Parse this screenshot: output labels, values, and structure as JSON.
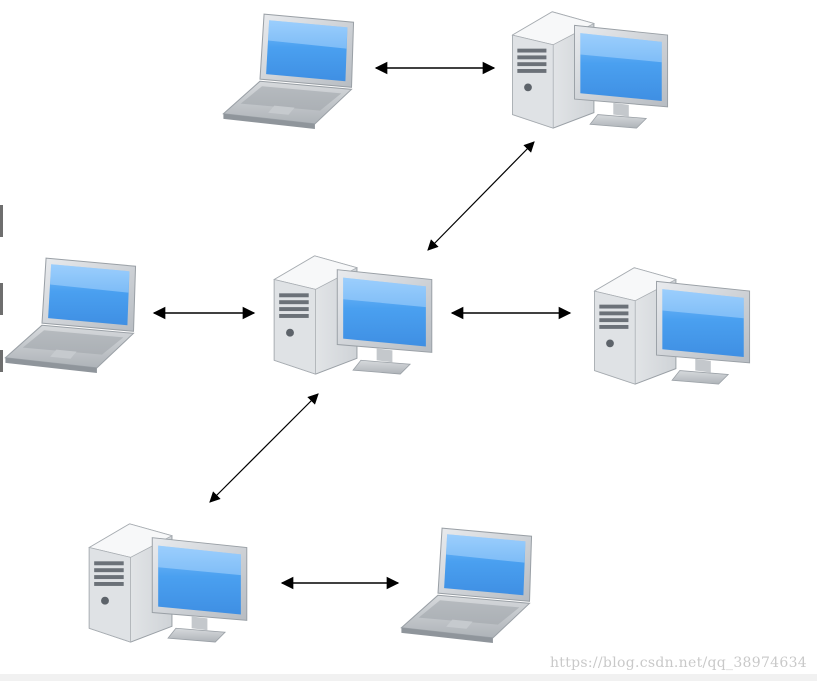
{
  "diagram": {
    "nodes": [
      {
        "id": "laptop-top-left",
        "kind": "laptop"
      },
      {
        "id": "desktop-top-right",
        "kind": "desktop"
      },
      {
        "id": "laptop-mid-left",
        "kind": "laptop"
      },
      {
        "id": "desktop-center",
        "kind": "desktop"
      },
      {
        "id": "desktop-mid-right",
        "kind": "desktop"
      },
      {
        "id": "desktop-bottom-left",
        "kind": "desktop"
      },
      {
        "id": "laptop-bottom-right",
        "kind": "laptop"
      }
    ],
    "edges": [
      {
        "from": "laptop-top-left",
        "to": "desktop-top-right",
        "direction": "bidirectional"
      },
      {
        "from": "desktop-center",
        "to": "desktop-top-right",
        "direction": "bidirectional"
      },
      {
        "from": "laptop-mid-left",
        "to": "desktop-center",
        "direction": "bidirectional"
      },
      {
        "from": "desktop-center",
        "to": "desktop-mid-right",
        "direction": "bidirectional"
      },
      {
        "from": "desktop-center",
        "to": "desktop-bottom-left",
        "direction": "bidirectional"
      },
      {
        "from": "desktop-bottom-left",
        "to": "laptop-bottom-right",
        "direction": "bidirectional"
      }
    ]
  },
  "watermark": "https://blog.csdn.net/qq_38974634",
  "colors": {
    "screen": "#4ea3f0",
    "screen_light": "#bfe1ff",
    "frame": "#bfc3c8",
    "body": "#e6e8ea",
    "arrow": "#000000"
  }
}
